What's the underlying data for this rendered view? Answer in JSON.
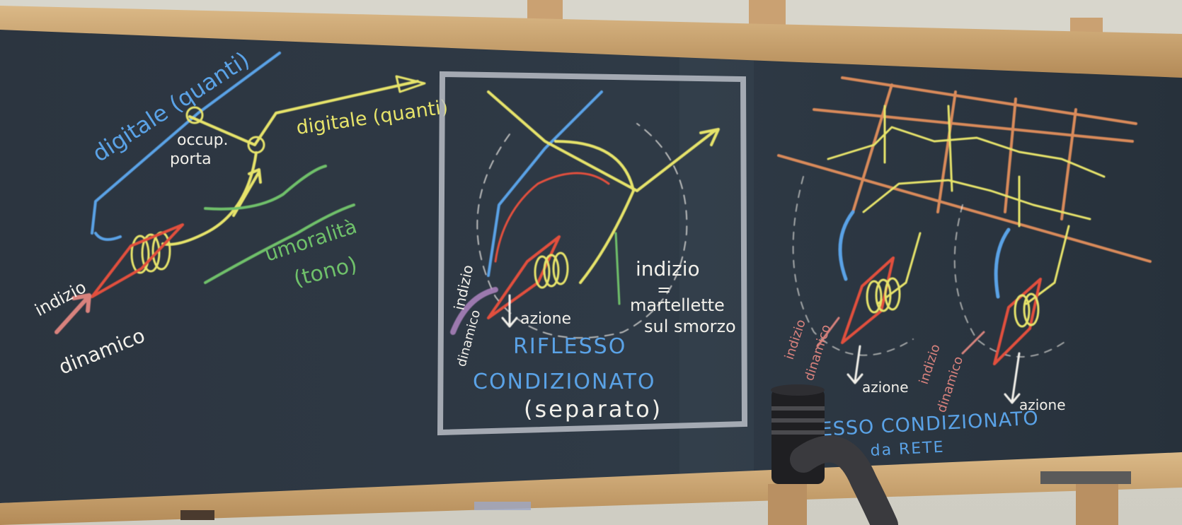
{
  "scene": {
    "colors": {
      "board": "#2b3540",
      "frame_wood": "#c9a574",
      "chalk_white": "#f2f0ea",
      "chalk_yellow": "#e6e36a",
      "chalk_blue": "#5aa2e6",
      "chalk_red": "#e2503e",
      "chalk_green": "#6fc06a",
      "chalk_pink": "#d9827d",
      "chalk_orange": "#d98a5a",
      "chalk_violet": "#b889c9"
    },
    "left_diagram": {
      "digitale_quanti": "digitale (quanti)",
      "digitale_quanti_right": "digitale (quanti)",
      "occup_porta_1": "occup.",
      "occup_porta_2": "porta",
      "umoralita": "umoralità",
      "tono": "(tono)",
      "indizio": "indizio",
      "dinamico": "dinamico"
    },
    "middle_diagram": {
      "indizio_left": "indizio",
      "dinamico_left": "dinamico",
      "azione": "azione",
      "indizio_right": "indizio",
      "equals": "=",
      "martellette": "martellette",
      "sul_smorzo": "sul smorzo",
      "riflesso": "RIFLESSO",
      "condizionato": "CONDIZIONATO",
      "separato": "(separato)"
    },
    "right_diagram": {
      "indizio_pink": "indizio",
      "dinamico_pink": "dinamico",
      "indizio_pink2": "indizio",
      "dinamico_pink2": "dinamico",
      "azione_left": "azione",
      "azione_right": "azione",
      "riflesso_rete_1": "RIFLESSO CONDIZIONATO",
      "riflesso_rete_2": "da RETE"
    }
  }
}
